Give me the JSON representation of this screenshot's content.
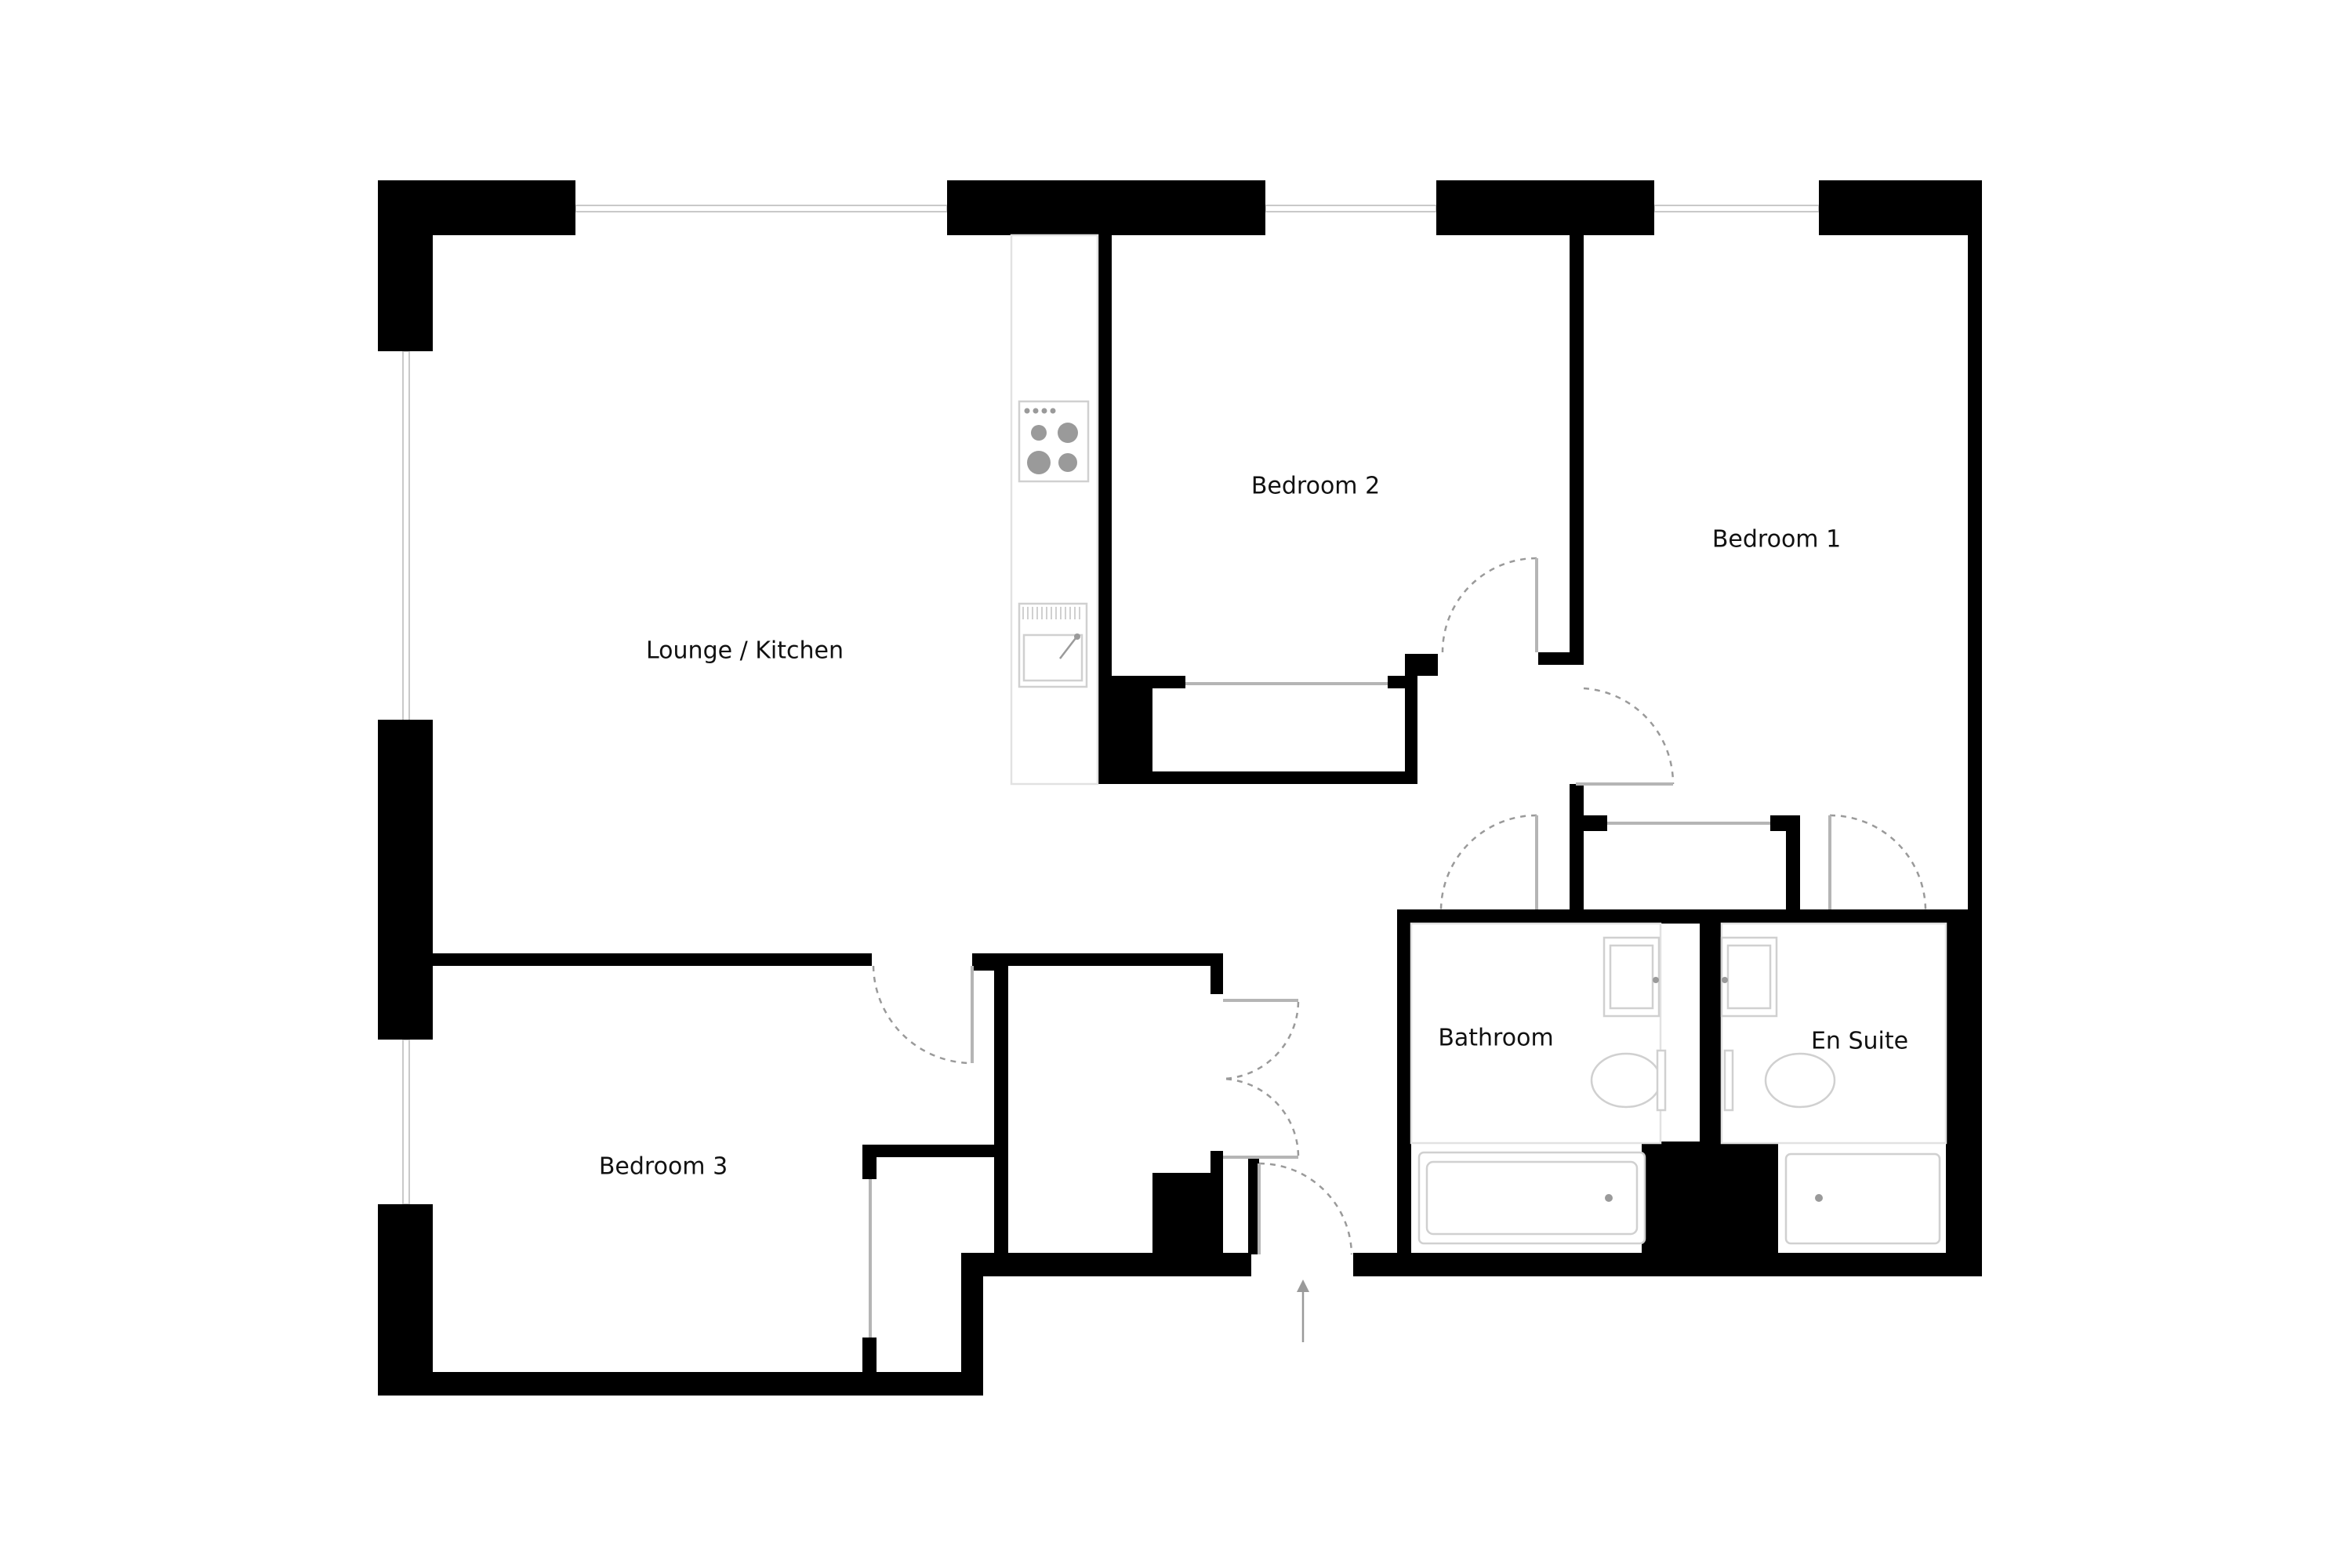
{
  "rooms": {
    "lounge_kitchen": "Lounge / Kitchen",
    "bedroom_2": "Bedroom 2",
    "bedroom_1": "Bedroom 1",
    "bedroom_3": "Bedroom 3",
    "bathroom": "Bathroom",
    "en_suite": "En Suite"
  },
  "colors": {
    "wall": "#000000",
    "glazing": "#c9c9c9",
    "door_swing": "#9a9a9a",
    "background": "#ffffff"
  },
  "icons": {
    "hob": "hob-icon",
    "sink": "kitchen-sink-icon",
    "bath": "bath-icon",
    "toilet": "toilet-icon",
    "entrance": "entrance-arrow-icon"
  }
}
